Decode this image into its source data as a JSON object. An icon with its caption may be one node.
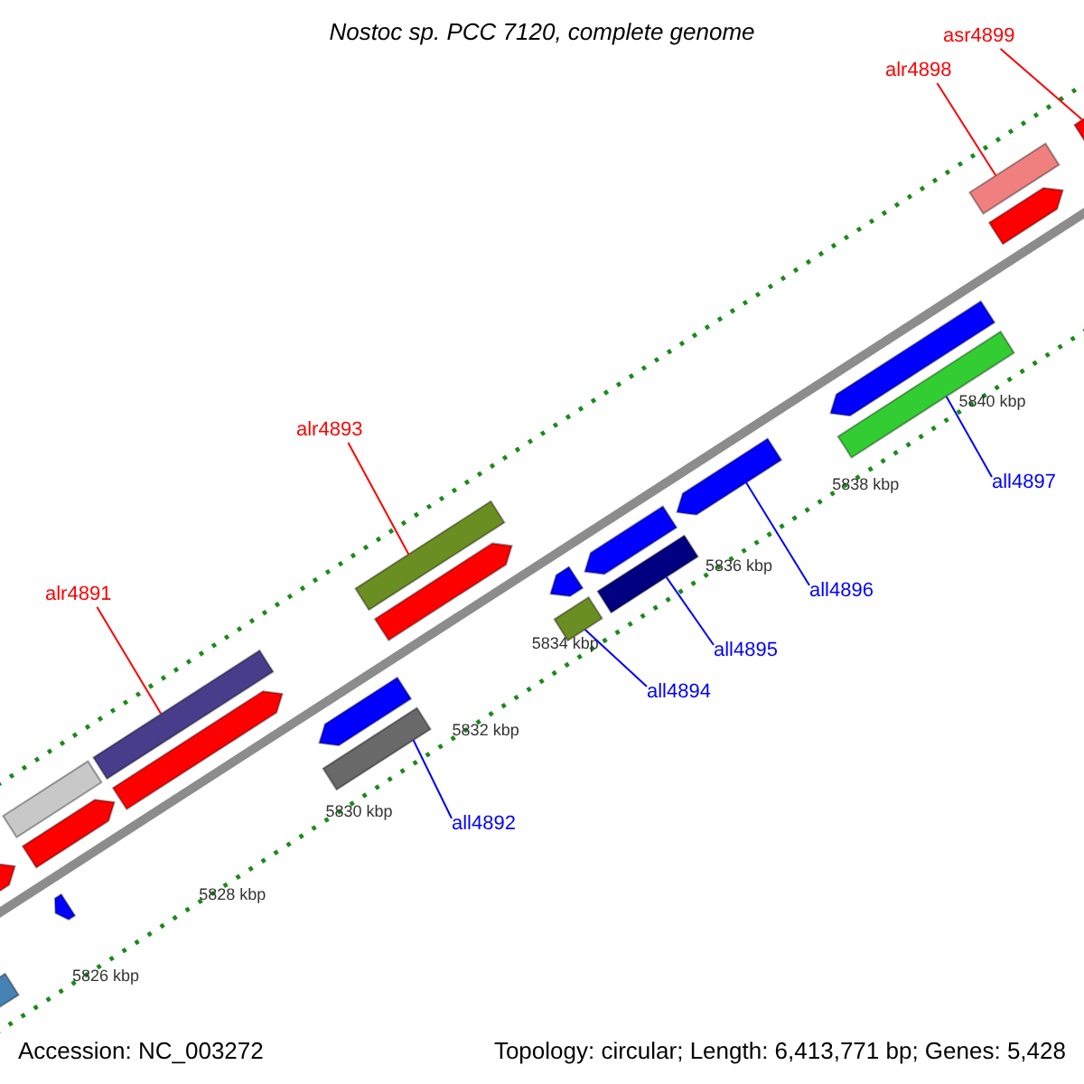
{
  "diagram": {
    "title": "Nostoc sp. PCC 7120, complete genome",
    "nodes": [
      {
        "text": [
          "alr4891"
        ]
      },
      {
        "text": [
          "alr4893"
        ]
      },
      {
        "text": [
          "alr4898"
        ]
      },
      {
        "text": [
          "asr4899"
        ]
      },
      {
        "text": [
          "all4892"
        ]
      },
      {
        "text": [
          "all4894"
        ]
      },
      {
        "text": [
          "all4895"
        ]
      },
      {
        "text": [
          "all4896"
        ]
      },
      {
        "text": [
          "all4897"
        ]
      },
      {
        "text": [],
        "shape": "bar"
      },
      {
        "text": [],
        "shape": "bar"
      },
      {
        "text": [],
        "shape": "bar"
      },
      {
        "text": [],
        "shape": "bar"
      },
      {
        "text": [],
        "shape": "bar"
      },
      {
        "text": [],
        "shape": "bar"
      },
      {
        "text": [],
        "shape": "bar"
      },
      {
        "text": [],
        "shape": "bar"
      },
      {
        "text": [],
        "shape": "bar"
      },
      {
        "text": [],
        "shape": "bar"
      },
      {
        "text": [],
        "shape": "bar"
      },
      {
        "text": [],
        "shape": "bar"
      },
      {
        "text": [],
        "shape": "bar"
      },
      {
        "text": [],
        "shape": "bar"
      },
      {
        "text": [],
        "shape": "bar"
      },
      {
        "text": [],
        "shape": "bar"
      },
      {
        "text": [],
        "shape": "bar"
      },
      {
        "text": [],
        "shape": "bar"
      },
      {
        "text": [],
        "shape": "bar"
      },
      {
        "text": [],
        "shape": "bar"
      },
      {
        "text": [],
        "shape": "bar"
      }
    ],
    "edges": [
      {
        "from": 0,
        "to": 9,
        "arrow": "none",
        "color": "#ff0000"
      },
      {
        "from": 1,
        "to": 10,
        "arrow": "none",
        "color": "#ff0000"
      },
      {
        "from": 2,
        "to": 11,
        "arrow": "none",
        "color": "#ff0000"
      },
      {
        "from": 3,
        "to": 12,
        "arrow": "none",
        "color": "#ff0000"
      },
      {
        "from": 4,
        "to": 13,
        "arrow": "none"
      },
      {
        "from": 5,
        "to": 14,
        "arrow": "none"
      },
      {
        "from": 6,
        "to": 15,
        "arrow": "none"
      },
      {
        "from": 7,
        "to": 16,
        "arrow": "none"
      },
      {
        "from": 8,
        "to": 17,
        "arrow": "none"
      }
    ],
    "labels": [
      "5826 kbp",
      "5828 kbp",
      "5830 kbp",
      "5832 kbp",
      "5834 kbp",
      "5836 kbp",
      "5838 kbp",
      "5840 kbp",
      "Accession: NC_003272",
      "Topology: circular; Length: 6,413,771 bp; Genes: 5,428"
    ]
  }
}
